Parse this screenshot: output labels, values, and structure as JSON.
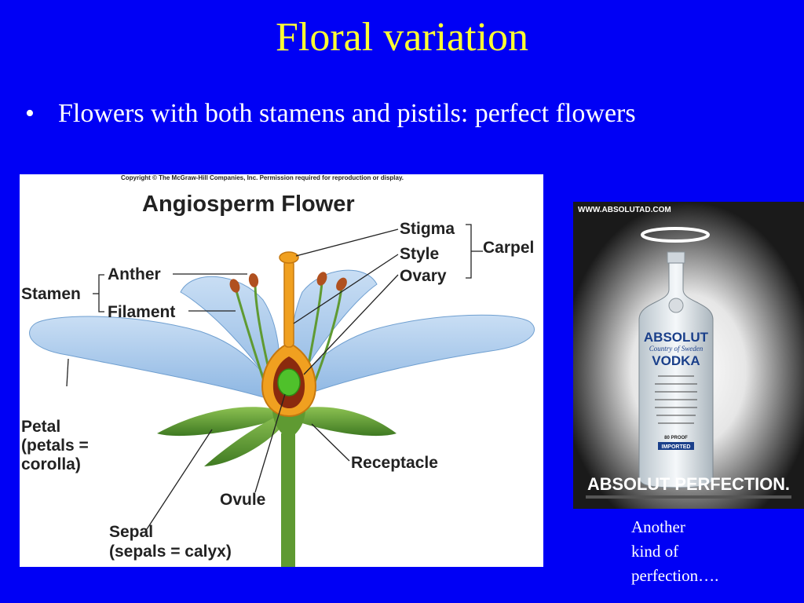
{
  "slide": {
    "title": "Floral variation",
    "bullet": "Flowers with both stamens and pistils: perfect flowers",
    "bullet_glyph": "•"
  },
  "diagram": {
    "copyright": "Copyright © The McGraw-Hill Companies, Inc. Permission required for reproduction or display.",
    "title": "Angiosperm Flower",
    "labels": {
      "stigma": "Stigma",
      "style": "Style",
      "ovary": "Ovary",
      "carpel": "Carpel",
      "anther": "Anther",
      "filament": "Filament",
      "stamen": "Stamen",
      "petal_1": "Petal",
      "petal_2": "(petals =",
      "petal_3": "corolla)",
      "receptacle": "Receptacle",
      "ovule": "Ovule",
      "sepal_1": "Sepal",
      "sepal_2": "(sepals = calyx)"
    },
    "colors": {
      "petal": "#9cc3ea",
      "sepal": "#5f9a32",
      "stigma": "#f0a020",
      "ovule": "#4fc12b"
    }
  },
  "ad": {
    "url": "WWW.ABSOLUTAD.COM",
    "brand": "ABSOLUT",
    "origin": "Country of Sweden",
    "product": "VODKA",
    "proof": "80 PROOF",
    "imported": "IMPORTED",
    "tagline": "ABSOLUT PERFECTION."
  },
  "caption": {
    "line1": "Another",
    "line2": "kind of",
    "line3": "perfection…."
  }
}
